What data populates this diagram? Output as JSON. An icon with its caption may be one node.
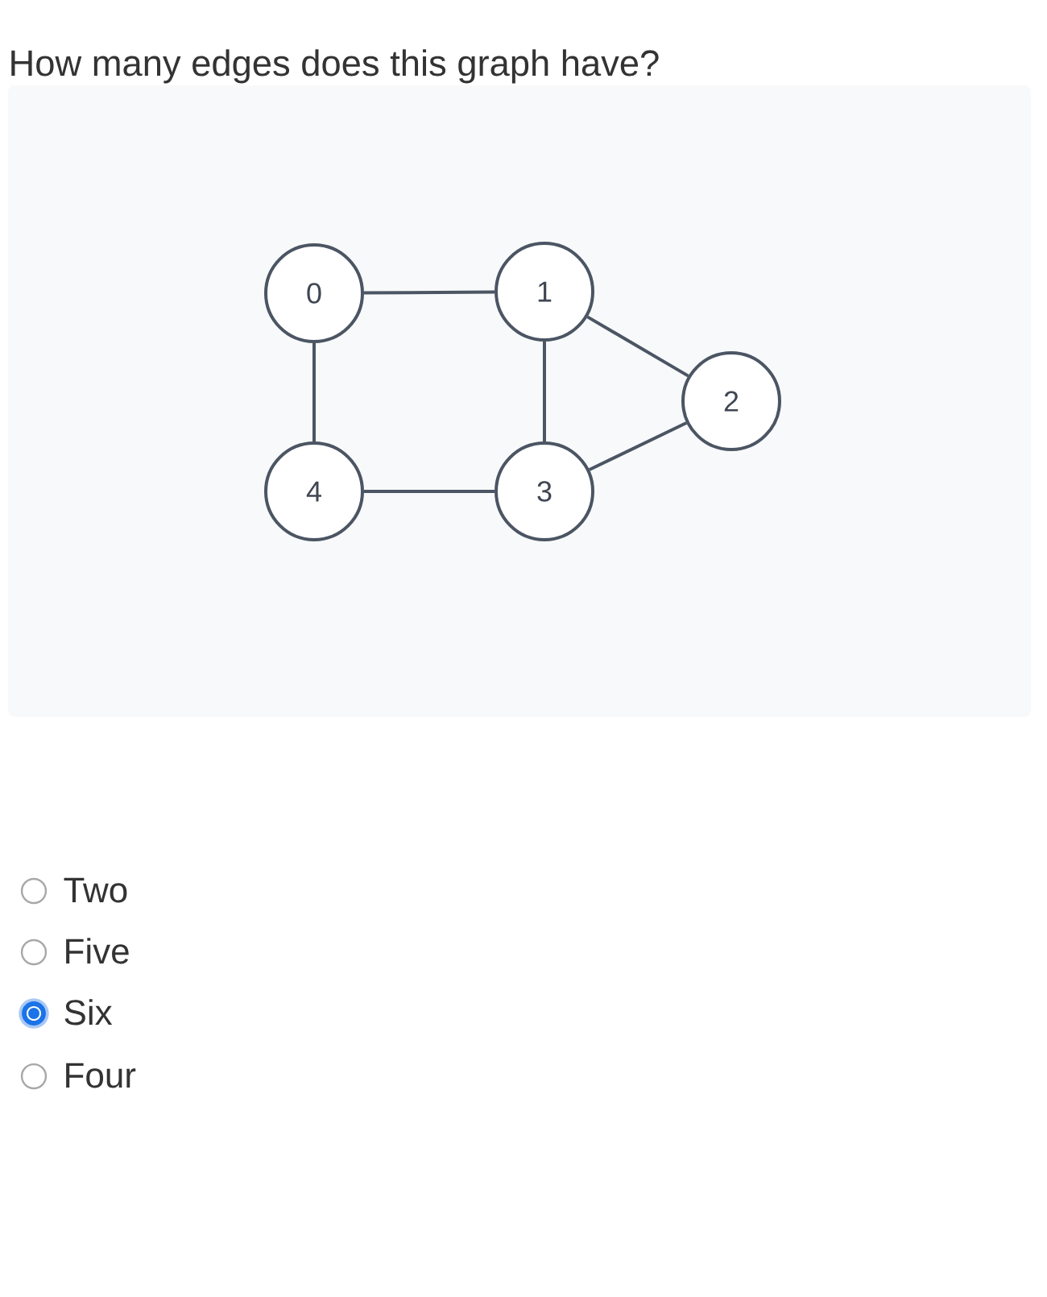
{
  "diagram": {
    "title": "How many edges does this graph have?",
    "nodes": [
      {
        "text": [
          "0"
        ]
      },
      {
        "text": [
          "1"
        ]
      },
      {
        "text": [
          "2"
        ]
      },
      {
        "text": [
          "3"
        ]
      },
      {
        "text": [
          "4"
        ]
      }
    ],
    "edges": [
      {
        "from": 0,
        "to": 1,
        "arrow": "none"
      },
      {
        "from": 1,
        "to": 2,
        "arrow": "none"
      },
      {
        "from": 2,
        "to": 3,
        "arrow": "none"
      },
      {
        "from": 1,
        "to": 3,
        "arrow": "none"
      },
      {
        "from": 4,
        "to": 3,
        "arrow": "none"
      },
      {
        "from": 0,
        "to": 4,
        "arrow": "none"
      }
    ],
    "labels": [
      "Two",
      "Five",
      "Six",
      "Four"
    ]
  }
}
